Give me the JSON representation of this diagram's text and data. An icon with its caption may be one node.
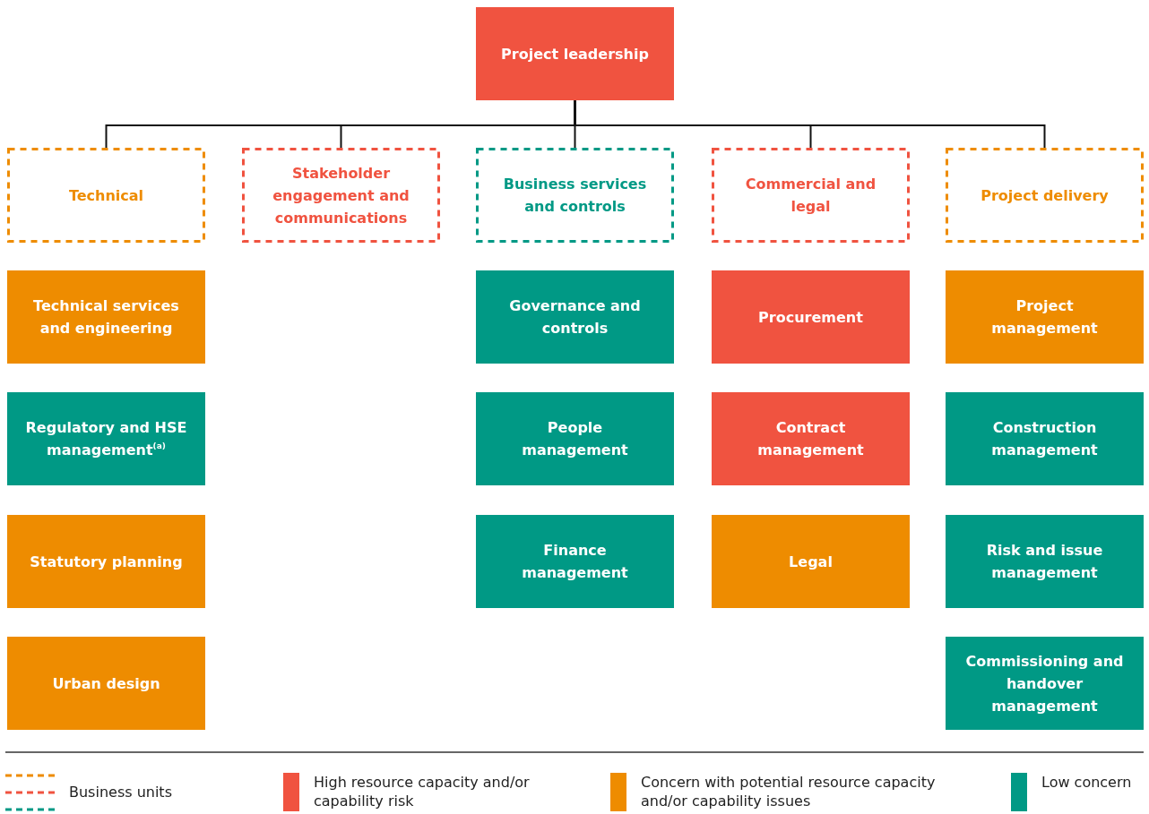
{
  "diagram": {
    "nodes": [
      {
        "text": [
          "Project leadership"
        ]
      },
      {
        "text": [
          "Technical"
        ]
      },
      {
        "text": [
          "Stakeholder engagement and communications"
        ]
      },
      {
        "text": [
          "Business services and controls"
        ]
      },
      {
        "text": [
          "Commercial and legal"
        ]
      },
      {
        "text": [
          "Project delivery"
        ]
      },
      {
        "text": [
          "Technical services and engineering"
        ]
      },
      {
        "text": [
          "Regulatory and HSE management$^{(a)}$"
        ]
      },
      {
        "text": [
          "Statutory planning"
        ]
      },
      {
        "text": [
          "Urban design"
        ]
      },
      {
        "text": [
          "Governance and controls"
        ]
      },
      {
        "text": [
          "People management"
        ]
      },
      {
        "text": [
          "Finance management"
        ]
      },
      {
        "text": [
          "Procurement"
        ]
      },
      {
        "text": [
          "Contract management"
        ]
      },
      {
        "text": [
          "Legal"
        ]
      },
      {
        "text": [
          "Project management"
        ]
      },
      {
        "text": [
          "Construction management"
        ]
      },
      {
        "text": [
          "Risk and issue management"
        ]
      },
      {
        "text": [
          "Commissioning and handover management"
        ]
      }
    ],
    "edges": [
      {
        "from": 0,
        "to": 1,
        "arrow": "none"
      },
      {
        "from": 0,
        "to": 2,
        "arrow": "none"
      },
      {
        "from": 0,
        "to": 3,
        "arrow": "none"
      },
      {
        "from": 0,
        "to": 4,
        "arrow": "none"
      },
      {
        "from": 0,
        "to": 5,
        "arrow": "none"
      }
    ],
    "legend": [
      {
        "text": "Business units"
      },
      {
        "text": "High resource capacity and/or capability risk",
        "color": "#f05340"
      },
      {
        "text": "Concern with potential resource capacity and/or capability issues",
        "color": "#ee8c00"
      },
      {
        "text": "Low concern",
        "color": "#009985"
      }
    ]
  }
}
